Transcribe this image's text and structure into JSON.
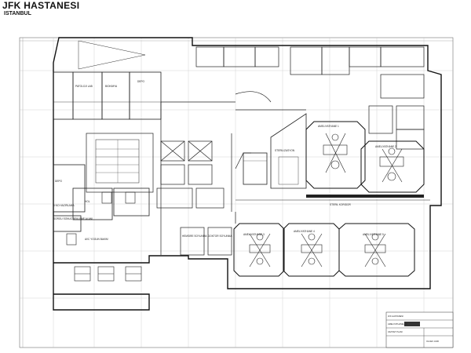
{
  "header": {
    "title": "JFK HASTANESI",
    "city": "ISTANBUL"
  },
  "rooms": {
    "patoloji": "PATOLOJI LAB",
    "biokimya": "BIOKIMYA",
    "depo_top": "DEPO",
    "depo_left": "DEPO",
    "hol": "HOL",
    "hazirlama": "5 NO HAZIRLAMA",
    "sorgu": "SORGU SONUC BEKLEME ALANI",
    "yogun": "AVC YOGUN BAKIM",
    "steril": "STERILIZASYON",
    "ameliyat1": "AMELIYATHANE 1",
    "ameliyat2": "AMELIYATHANE 2",
    "ameliyat3": "AMELIYATHANE 3",
    "ameliyat4": "AMELIYATHANE 4",
    "ameliyat5": "AMELIYATHANE 5",
    "koridor": "STERIL KORIDOR",
    "doktor": "DOKTOR SOYUNMA",
    "hemsire": "HEMSIRE SOYUNMA"
  },
  "title_block": {
    "line1": "JFK HASTANESI",
    "line2": "AMELIYATHANELER",
    "line3": "VAZIYET PLANI",
    "line4": "OLCEK 1/100"
  }
}
